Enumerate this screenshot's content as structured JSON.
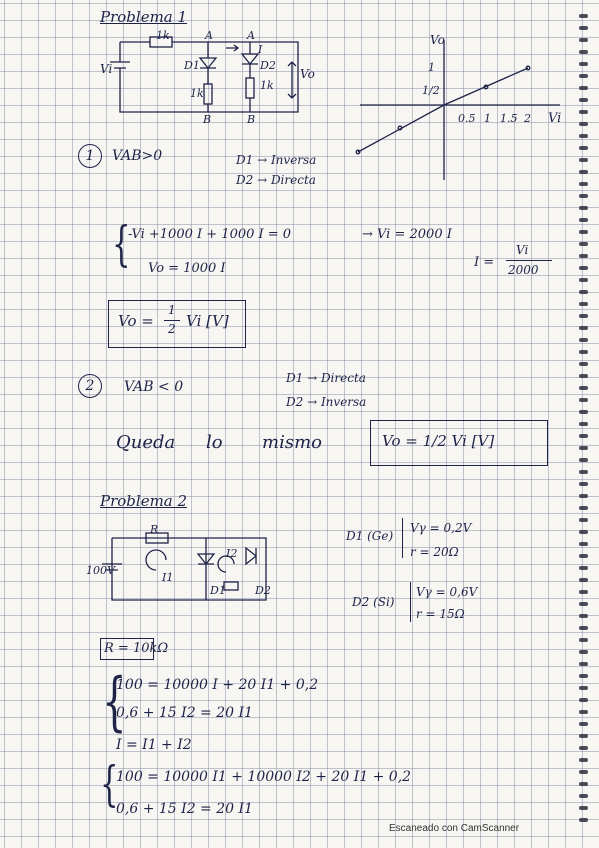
{
  "problem1": {
    "title": "Problema 1",
    "circuit_labels": {
      "r_series": "1k",
      "node_a1": "A",
      "node_a2": "A",
      "i_label": "I",
      "v_in": "Vi",
      "d1": "D1",
      "d2": "D2",
      "r1": "1k",
      "r2": "1k",
      "v_out": "Vo",
      "node_b1": "B",
      "node_b2": "B"
    },
    "graph_labels": {
      "y_axis": "Vo",
      "x_axis": "Vi",
      "y_tick_1": "1",
      "y_tick_2": "1/2",
      "x_tick_1": "0.5",
      "x_tick_2": "1",
      "x_tick_3": "1.5",
      "x_tick_4": "2"
    },
    "case1": {
      "number": "1",
      "condition": "VAB>0",
      "d1_state": "D1 → Inversa",
      "d2_state": "D2 → Directa"
    },
    "eq1": {
      "line1": "-Vi +1000 I + 1000 I = 0",
      "implies": "→ Vi = 2000 I",
      "line2": "Vo = 1000 I",
      "current_lhs": "I =",
      "current_num": "Vi",
      "current_den": "2000"
    },
    "result1": {
      "lhs": "Vo =",
      "num": "1",
      "den": "2",
      "rhs": "Vi [V]"
    },
    "case2": {
      "number": "2",
      "condition": "VAB < 0",
      "d1_state": "D1 → Directa",
      "d2_state": "D2 → Inversa",
      "text_queda": "Queda",
      "text_lo": "lo",
      "text_mismo": "mismo",
      "result": "Vo = 1/2 Vi [V]"
    }
  },
  "problem2": {
    "title": "Problema 2",
    "circuit_labels": {
      "source": "100V",
      "i1": "I1",
      "i2": "I2",
      "d1": "D1",
      "d2": "D2",
      "r": "R"
    },
    "d1_params": {
      "label": "D1 (Ge)",
      "v": "Vγ = 0,2V",
      "r": "r = 20Ω"
    },
    "d2_params": {
      "label": "D2 (Si)",
      "v": "Vγ = 0,6V",
      "r": "r = 15Ω"
    },
    "r_value": "R = 10kΩ",
    "system1": {
      "line1": "100 = 10000 I + 20 I1 + 0,2",
      "line2": "0,6 + 15 I2 = 20 I1",
      "line3": "I = I1 + I2"
    },
    "system2": {
      "line1": "100 = 10000 I1 + 10000 I2 + 20 I1 + 0,2",
      "line2": "0,6 + 15 I2 = 20 I1"
    }
  },
  "footer": "Escaneado con CamScanner"
}
